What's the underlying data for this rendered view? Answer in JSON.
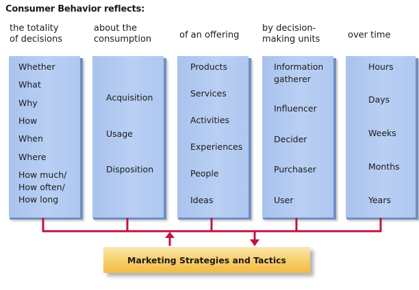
{
  "title": "Consumer Behavior reflects:",
  "columns": [
    {
      "header": [
        "the totality",
        "of decisions"
      ],
      "items": [
        "Whether",
        "What",
        "Why",
        "How",
        "When",
        "Where",
        "How much/",
        "How often/",
        "How long"
      ]
    },
    {
      "header": [
        "about the",
        "consumption"
      ],
      "items": [
        "Acquisition",
        "Usage",
        "Disposition"
      ]
    },
    {
      "header": [
        "of an offering"
      ],
      "items": [
        "Products",
        "Services",
        "Activities",
        "Experiences",
        "People",
        "Ideas"
      ]
    },
    {
      "header": [
        "by decision-",
        "making units"
      ],
      "items": [
        "Information",
        "gatherer",
        "Influencer",
        "Decider",
        "Purchaser",
        "User"
      ]
    },
    {
      "header": [
        "over time"
      ],
      "items": [
        "Hours",
        "Days",
        "Weeks",
        "Months",
        "Years"
      ]
    }
  ],
  "strategy_box": "Marketing Strategies and Tactics",
  "colors": {
    "column_fill": "#b3caf1",
    "column_shadow": "#6f8fc4",
    "connector": "#c0133f",
    "strategy_fill": "#f7cf6d"
  }
}
